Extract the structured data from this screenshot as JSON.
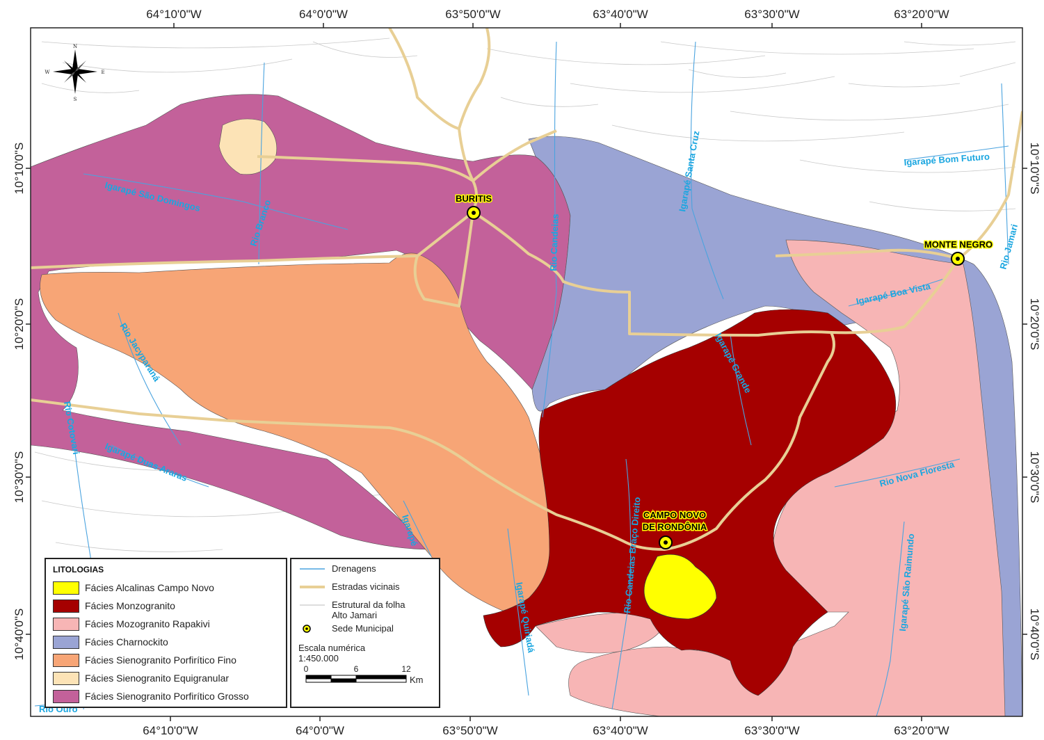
{
  "map": {
    "top_longitudes": [
      "64°10'0\"W",
      "64°0'0\"W",
      "63°50'0\"W",
      "63°40'0\"W",
      "63°30'0\"W",
      "63°20'0\"W"
    ],
    "bottom_longitudes": [
      "64°10'0\"W",
      "64°0'0\"W",
      "63°50'0\"W",
      "63°40'0\"W",
      "63°30'0\"W",
      "63°20'0\"W"
    ],
    "left_latitudes": [
      "10°10'0\"S",
      "10°20'0\"S",
      "10°30'0\"S",
      "10°40'0\"S"
    ],
    "right_latitudes": [
      "10°10'0\"S",
      "10°20'0\"S",
      "10°30'0\"S",
      "10°40'0\"S"
    ],
    "north_arrow": {
      "n": "N",
      "s": "S",
      "e": "E",
      "w": "W"
    },
    "cities": {
      "buritis": "BURITIS",
      "monte_negro": "MONTE NEGRO",
      "campo_novo_line1": "CAMPO NOVO",
      "campo_novo_line2": "DE RONDÔNIA"
    },
    "rivers": {
      "sao_domingos": "Igarapé São Domingos",
      "rio_branco": "Rio Branco",
      "rio_candeias": "Rio Candeias",
      "santa_cruz": "Igarapé Santa Cruz",
      "bom_futuro": "Igarapé Bom Futuro",
      "rio_jamari": "Rio Jamari",
      "boa_vista": "Igarapé Boa Vista",
      "igarape_grande": "Igarapé Grande",
      "rio_jacyparana": "Rio Jacyparaná",
      "rio_cotovari": "Rio Cotovari",
      "duas_araras": "Igarapé Duas Araras",
      "igarape_left": "Igarapé",
      "rio_nova_floresta": "Rio Nova Floresta",
      "braco_direito": "Rio Candeias Braço Direito",
      "quiriada": "Igarapé Quiriadá",
      "sao_raimundo": "Igarapé São Raimundo",
      "rio_ouro": "Rio Ouro"
    },
    "colors": {
      "alcalinas": "#ffff00",
      "monzogranito": "#a50000",
      "rapakivi": "#f7b5b5",
      "charnockito": "#9aa4d4",
      "sieno_fino": "#f7a576",
      "sieno_equi": "#fce3b6",
      "sieno_grosso": "#c3619a",
      "road": "#e8cf95",
      "river": "#4aa3df"
    }
  },
  "legend_litologias": {
    "title": "LITOLOGIAS",
    "items": [
      {
        "label": "Fácies Alcalinas Campo Novo",
        "color": "#ffff00"
      },
      {
        "label": "Fácies Monzogranito",
        "color": "#a50000"
      },
      {
        "label": "Fácies Mozogranito Rapakivi",
        "color": "#f7b5b5"
      },
      {
        "label": "Fácies Charnockito",
        "color": "#9aa4d4"
      },
      {
        "label": "Fácies Sienogranito Porfirítico Fino",
        "color": "#f7a576"
      },
      {
        "label": "Fácies Sienogranito Equigranular",
        "color": "#fce3b6"
      },
      {
        "label": "Fácies Sienogranito Porfirítico Grosso",
        "color": "#c3619a"
      }
    ]
  },
  "legend_symbols": {
    "drenagens": "Drenagens",
    "estradas": "Estradas vicinais",
    "estrutural": "Estrutural da folha Alto Jamari",
    "sede": "Sede Municipal",
    "scale_title": "Escala numérica",
    "scale_ratio": "1:450.000",
    "scale_ticks": [
      "0",
      "6",
      "12"
    ],
    "scale_unit": "Km"
  }
}
